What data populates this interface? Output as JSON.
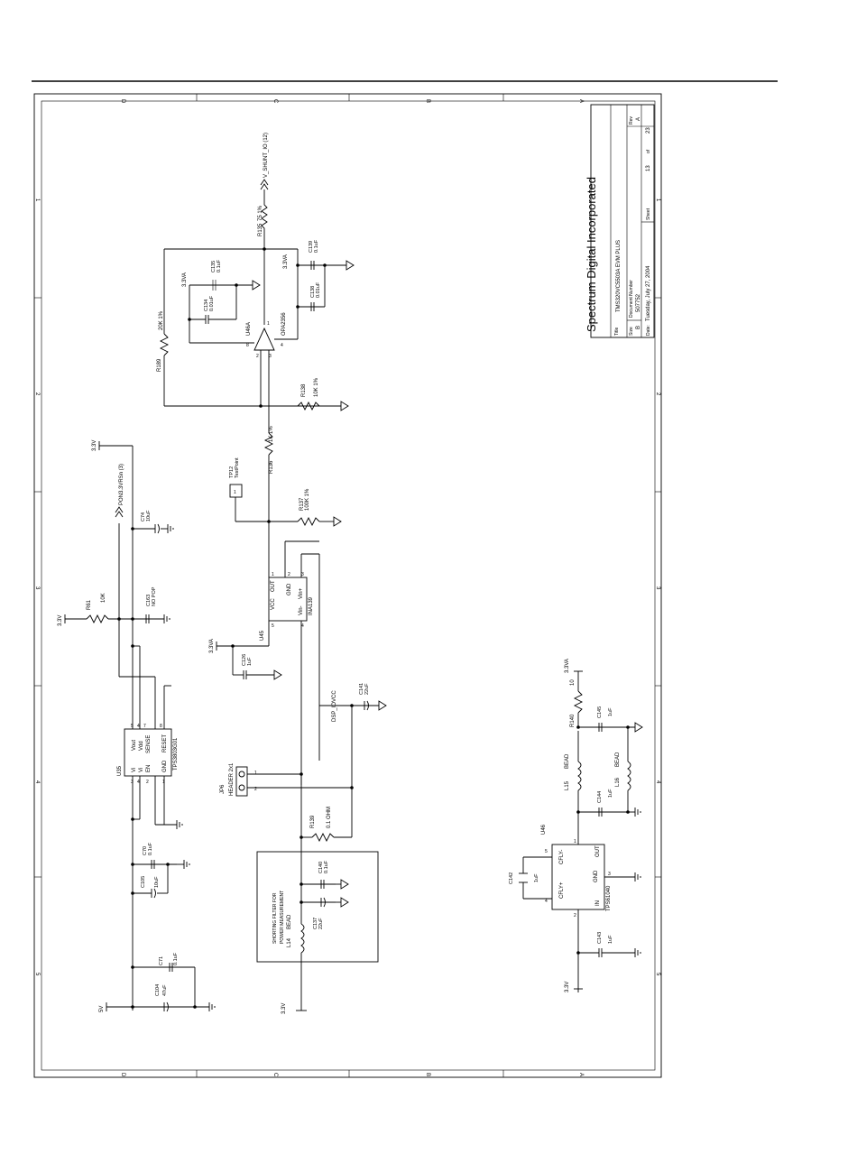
{
  "title_block": {
    "company": "Spectrum Digital Incorporated",
    "title_label": "Title",
    "title": "TMS320VC5503A EVM PLUS",
    "size_label": "Size",
    "size": "B",
    "docnum_label": "Document Number",
    "docnum": "507752",
    "rev_label": "Rev",
    "rev": "A",
    "date_label": "Date:",
    "date": "Tuesday, July 27, 2004",
    "sheet_label": "Sheet",
    "sheet": "13",
    "of_label": "of",
    "total": "23"
  },
  "border": {
    "top_zones": [
      "D",
      "C",
      "B",
      "A"
    ],
    "side_zones": [
      "1",
      "2",
      "3",
      "4",
      "5"
    ]
  },
  "nets": {
    "v33": "3.3V",
    "v33va": "3.3VA",
    "v33vam": "3.3VA",
    "v5": "5V",
    "dsp_iovcc": "DSP_IOVCC",
    "pon": "PON3.3VRSn  (3)",
    "vshunt": "V_SHUNT_IO  (12)"
  },
  "u45": {
    "ref": "U45",
    "part": "INA139",
    "vcc": "VCC",
    "out": "OUT",
    "gnd": "GND",
    "vinm": "Vin-",
    "vinp": "Vin+",
    "p1": "1",
    "p2": "2",
    "p3": "3",
    "p4": "4",
    "p5": "5"
  },
  "u35": {
    "ref": "U35",
    "part": "TPS3803G01",
    "vout": "Vout",
    "vdd": "Vdd",
    "sense": "SENSE",
    "vi1": "Vi",
    "vi2": "Vi",
    "en": "EN",
    "gnd": "GND",
    "reset": "RESET",
    "p1": "1",
    "p2": "2",
    "p3": "3",
    "p4": "4",
    "p5": "5",
    "p7": "7",
    "p8": "8"
  },
  "u46a": {
    "ref": "U46A",
    "part": "OPA2356",
    "p1": "1",
    "p2": "2",
    "p3": "3",
    "p4": "4",
    "p8": "8"
  },
  "u46": {
    "ref": "U46",
    "part": "TPS61040",
    "cfly_m": "CFLY-",
    "cfly_p": "CFLY+",
    "out": "OUT",
    "gnd": "GND",
    "in": "IN",
    "p1": "1",
    "p2": "2",
    "p3": "3",
    "p4": "4",
    "p5": "5"
  },
  "jp6": {
    "ref": "JP6",
    "part": "HEADER 2x1",
    "p1": "1",
    "p2": "2"
  },
  "tp12": {
    "ref": "TP12",
    "part": "TestPoint",
    "pin": "1"
  },
  "resistors": {
    "r61": [
      "R61",
      "10K"
    ],
    "r135": [
      "R135",
      "75 1%"
    ],
    "r136": [
      "R136",
      "1K 1%"
    ],
    "r137": [
      "R137",
      "100K 1%"
    ],
    "r138": [
      "R138",
      "10K 1%"
    ],
    "r139": [
      "R139",
      "0.1 OHM"
    ],
    "r140": [
      "R140",
      "10"
    ],
    "r189": [
      "R189",
      "20K 1%"
    ]
  },
  "caps": {
    "c71": [
      "C71",
      "0.1uF"
    ],
    "c104": [
      "C104",
      "47uF"
    ],
    "c70": [
      "C70",
      "0.1uF"
    ],
    "c105": [
      "C105",
      "10uF"
    ],
    "c163": [
      "C163",
      "NO POP"
    ],
    "c74": [
      "C74",
      "10uF"
    ],
    "c126": [
      "C126",
      "1uF"
    ],
    "c134": [
      "C134",
      "0.01uF"
    ],
    "c135": [
      "C135",
      "0.1uF"
    ],
    "c138": [
      "C138",
      "0.01uF"
    ],
    "c139": [
      "C139",
      "0.1uF"
    ],
    "c141": [
      "C141",
      "22uF"
    ],
    "c140": [
      "C140",
      "0.1uF"
    ],
    "c137": [
      "C137",
      "22uF"
    ],
    "c142": [
      "C142",
      "1uF"
    ],
    "c143": [
      "C143",
      "1uF"
    ],
    "c144": [
      "C144",
      "1uF"
    ],
    "c145": [
      "C145",
      "1uF"
    ]
  },
  "inductors": {
    "l14": [
      "L14",
      "BEAD"
    ],
    "l15": [
      "L15",
      "BEAD"
    ],
    "l16": [
      "L16",
      "BEAD"
    ]
  },
  "notes": {
    "shorting_1": "SHORTING FILTER FOR",
    "shorting_2": "POWER MEASUREMENT"
  },
  "misc": {
    "v33va_op": "3.3VA",
    "v33va_op2": "3.3VA"
  }
}
